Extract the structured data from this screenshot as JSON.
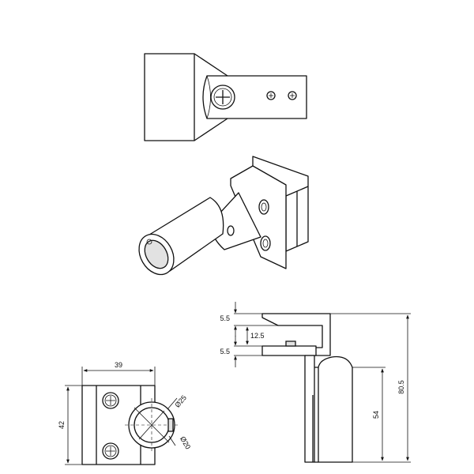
{
  "dimensions": {
    "width_39": "39",
    "height_42": "42",
    "dia_25": "Ø25",
    "dia_20": "Ø20",
    "slot_12_5": "12.5",
    "top_5_5": "5.5",
    "bottom_5_5": "5.5",
    "height_54": "54",
    "height_80_5": "80.5"
  }
}
